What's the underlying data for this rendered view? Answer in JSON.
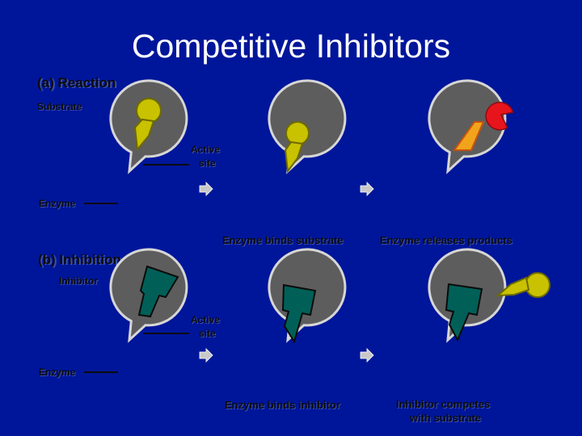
{
  "slide": {
    "title": "Competitive Inhibitors"
  },
  "panel_a": {
    "heading": "(a) Reaction",
    "substrate_label": "Substrate",
    "active_site_line1": "Active",
    "active_site_line2": "site",
    "enzyme_label": "Enzyme",
    "caption_binds": "Enzyme binds substrate",
    "caption_releases": "Enzyme releases products"
  },
  "panel_b": {
    "heading": "(b) Inhibition",
    "inhibitor_label": "Inhibitor",
    "active_site_line1": "Active",
    "active_site_line2": "site",
    "enzyme_label": "Enzyme",
    "caption_binds": "Enzyme binds inhibitor",
    "caption_competes_line1": "Inhibitor competes",
    "caption_competes_line2": "with substrate"
  },
  "colors": {
    "background": "#00169a",
    "enzyme": "#5d5d5d",
    "enzyme_stroke": "#d6d6d6",
    "substrate": "#c8c200",
    "inhibitor": "#006058",
    "product_red": "#e8141c",
    "product_orange": "#f2a31c"
  }
}
